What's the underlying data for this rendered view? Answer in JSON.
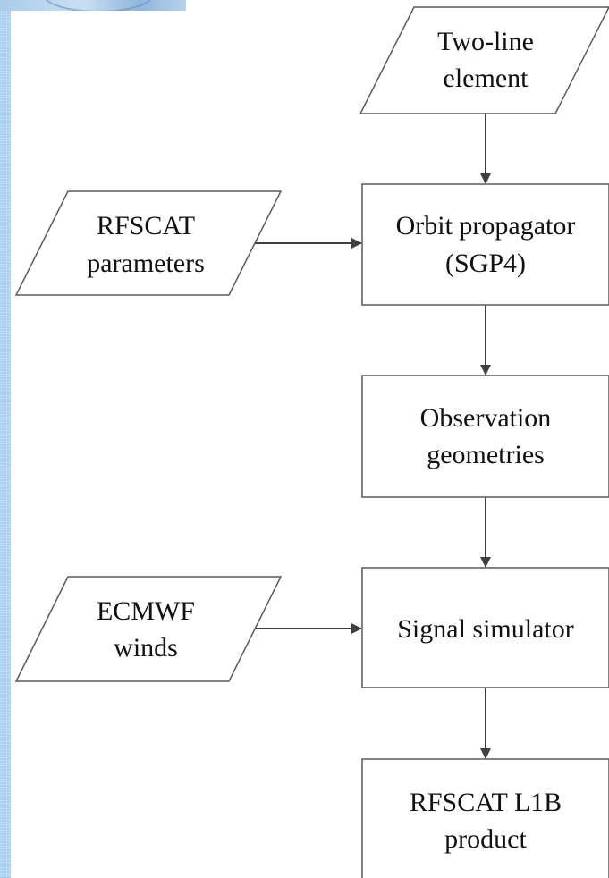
{
  "nodes": {
    "two_line_element": {
      "shape": "parallelogram",
      "lines": [
        "Two-line",
        "element"
      ]
    },
    "rfscat_parameters": {
      "shape": "parallelogram",
      "lines": [
        "RFSCAT",
        "parameters"
      ]
    },
    "orbit_propagator": {
      "shape": "rectangle",
      "lines": [
        "Orbit propagator",
        "(SGP4)"
      ]
    },
    "observation_geometries": {
      "shape": "rectangle",
      "lines": [
        "Observation",
        "geometries"
      ]
    },
    "ecmwf_winds": {
      "shape": "parallelogram",
      "lines": [
        "ECMWF",
        "winds"
      ]
    },
    "signal_simulator": {
      "shape": "rectangle",
      "lines": [
        "Signal simulator"
      ]
    },
    "rfscat_l1b_product": {
      "shape": "rectangle",
      "lines": [
        "RFSCAT L1B",
        "product"
      ]
    }
  },
  "edges": [
    {
      "from": "two_line_element",
      "to": "orbit_propagator"
    },
    {
      "from": "rfscat_parameters",
      "to": "orbit_propagator"
    },
    {
      "from": "orbit_propagator",
      "to": "observation_geometries"
    },
    {
      "from": "observation_geometries",
      "to": "signal_simulator"
    },
    {
      "from": "ecmwf_winds",
      "to": "signal_simulator"
    },
    {
      "from": "signal_simulator",
      "to": "rfscat_l1b_product"
    }
  ],
  "colors": {
    "stroke": "#5a5a5a",
    "arrow": "#404040",
    "text": "#111111",
    "side_strip": "#9cc8ec"
  }
}
